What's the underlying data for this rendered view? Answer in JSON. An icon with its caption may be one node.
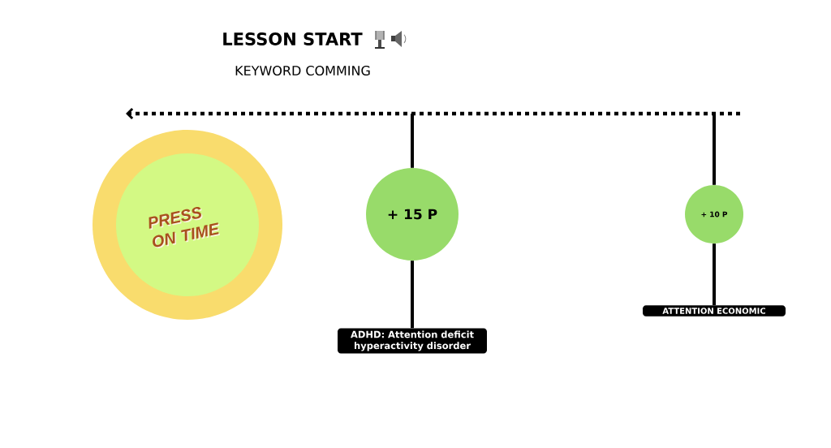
{
  "diagram": {
    "title": "LESSON START",
    "nodes": [
      {
        "text": [
          "PRESS ON TIME"
        ]
      },
      {
        "text": [
          "+ 15 P"
        ]
      },
      {
        "text": [
          "ADHD: Attention deficit hyperactivity disorder"
        ]
      },
      {
        "text": [
          "+ 10 P"
        ]
      },
      {
        "text": [
          "ATTENTION ECONOMIC"
        ]
      }
    ],
    "edges": [
      {
        "from": null,
        "to": 1,
        "arrow": "none"
      },
      {
        "from": 1,
        "to": 2,
        "arrow": "none"
      },
      {
        "from": null,
        "to": 3,
        "arrow": "none"
      },
      {
        "from": 3,
        "to": 4,
        "arrow": "none"
      }
    ],
    "labels": [
      "KEYWORD COMMING"
    ]
  }
}
